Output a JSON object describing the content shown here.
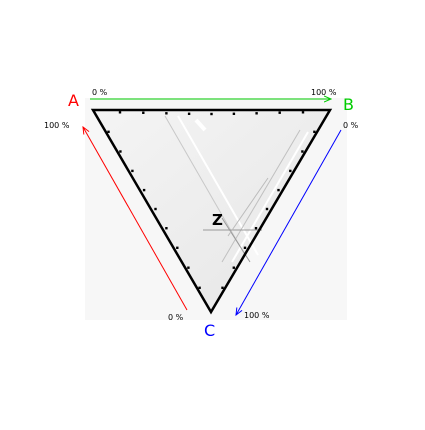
{
  "diagram": {
    "vertices": {
      "a": {
        "letter": "A",
        "color": "#ff0000"
      },
      "b": {
        "letter": "B",
        "color": "#00cc00"
      },
      "c": {
        "letter": "C",
        "color": "#0000ff"
      }
    },
    "axes": {
      "ab": {
        "start": "0 %",
        "end": "100 %",
        "color": "#00cc00"
      },
      "ca": {
        "start": "0 %",
        "end": "100 %",
        "color": "#ff0000"
      },
      "bc": {
        "start": "0 %",
        "end": "100 %",
        "color": "#0000ff"
      }
    },
    "point": {
      "label": "Z"
    }
  }
}
